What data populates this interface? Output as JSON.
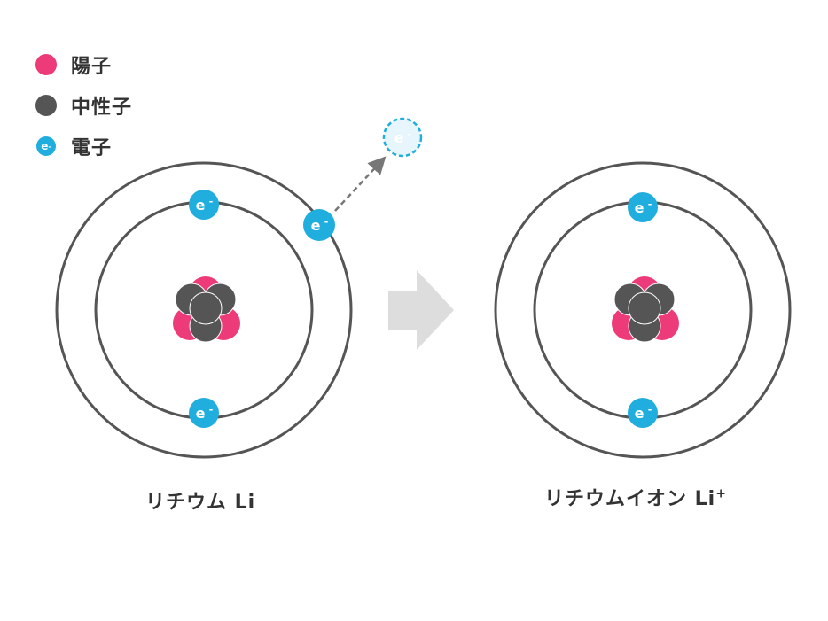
{
  "legend": {
    "proton_label": "陽子",
    "neutron_label": "中性子",
    "electron_label": "電子",
    "electron_symbol": "e-"
  },
  "colors": {
    "proton": "#ec3b78",
    "neutron": "#555555",
    "electron": "#1faede",
    "orbit": "#555555",
    "arrow": "#dddddd"
  },
  "atom_left": {
    "caption": "リチウム Li"
  },
  "atom_right": {
    "caption_main": "リチウムイオン Li",
    "caption_sup": "+"
  }
}
